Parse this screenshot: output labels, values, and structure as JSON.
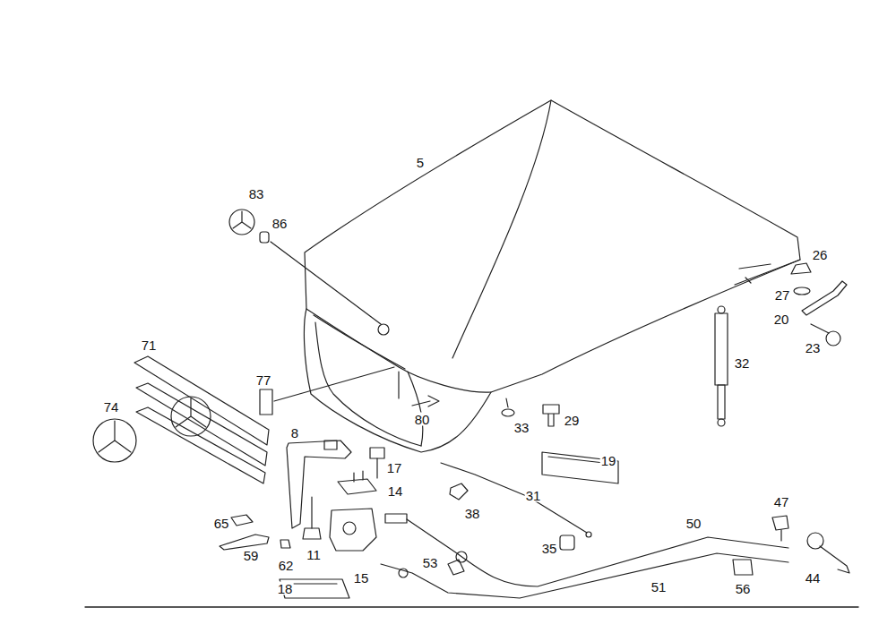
{
  "diagram": {
    "labels": [
      "5",
      "83",
      "86",
      "26",
      "27",
      "20",
      "23",
      "32",
      "71",
      "74",
      "77",
      "80",
      "29",
      "33",
      "8",
      "17",
      "19",
      "14",
      "31",
      "38",
      "47",
      "50",
      "65",
      "35",
      "11",
      "59",
      "62",
      "44",
      "53",
      "15",
      "56",
      "51",
      "18"
    ]
  }
}
